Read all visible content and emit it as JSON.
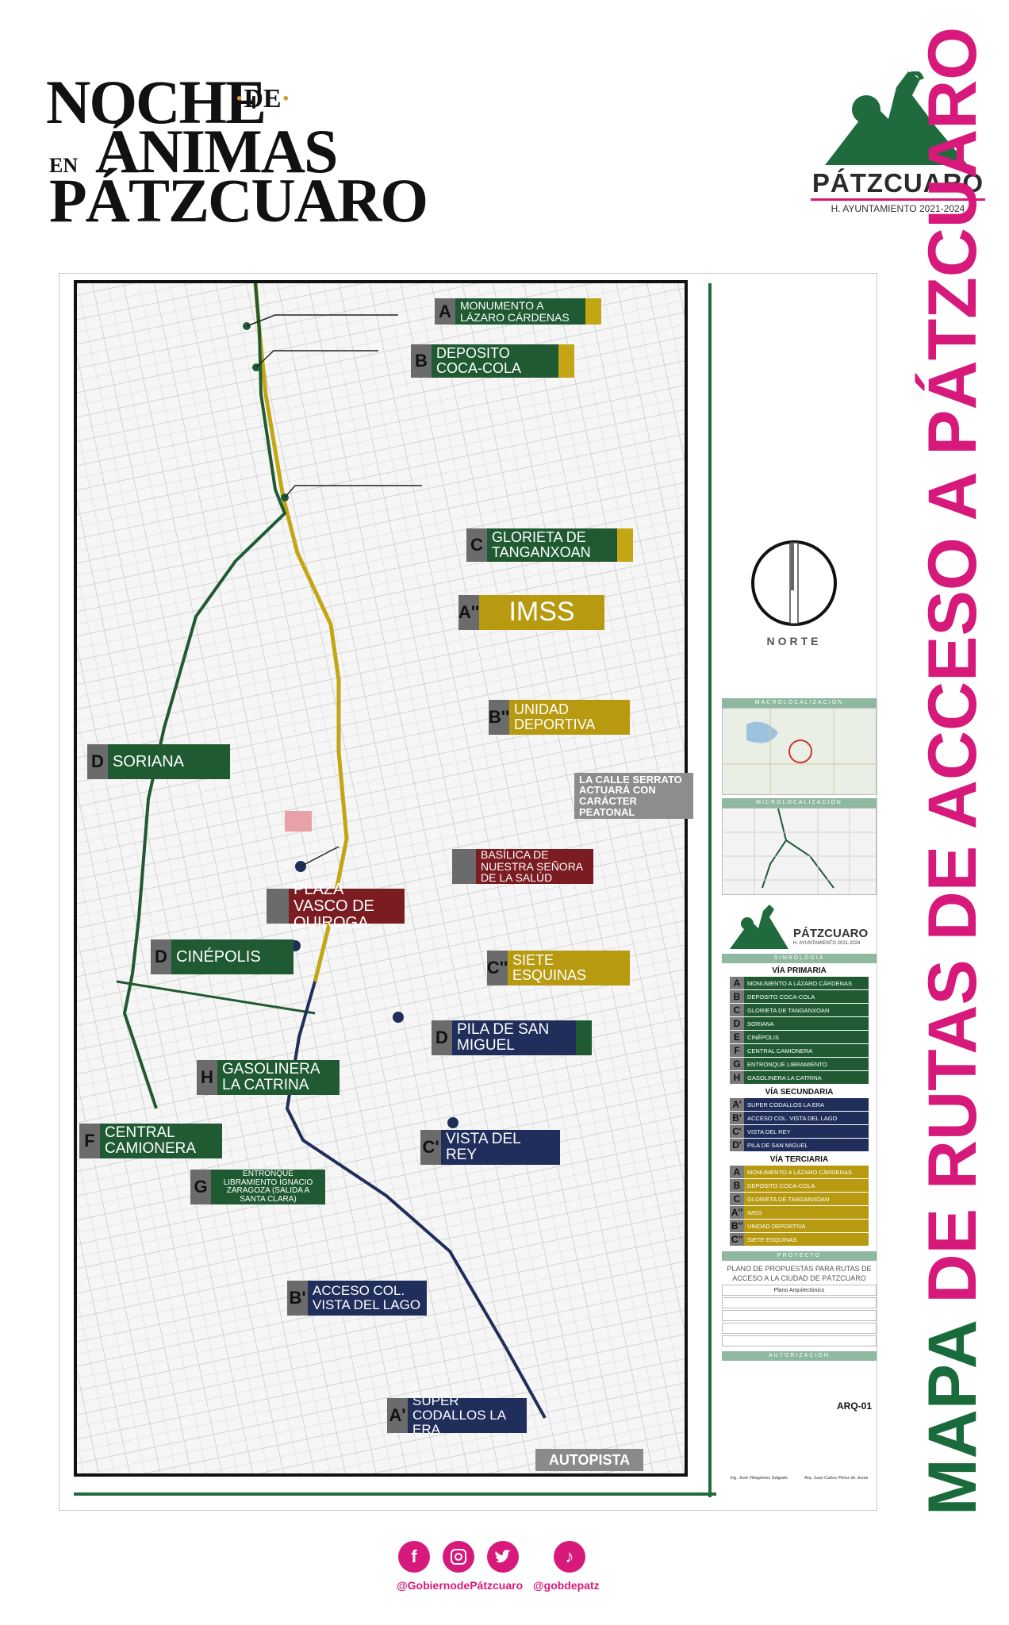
{
  "header": {
    "event_title_line1": "NOCHE",
    "event_title_de": "DE",
    "event_title_en": "EN",
    "event_title_line2": "ÁNIMAS",
    "event_title_line3": "PÁTZCUARO",
    "municipality": "PÁTZCUARO",
    "administration": "H. AYUNTAMIENTO  2021-2024"
  },
  "map": {
    "labels": {
      "a": {
        "key": "A",
        "text": "MONUMENTO A LÁZARO CÁRDENAS"
      },
      "b": {
        "key": "B",
        "text": "DEPOSITO COCA-COLA"
      },
      "c": {
        "key": "C",
        "text": "GLORIETA DE TANGANXOAN"
      },
      "a2": {
        "key": "A''",
        "text": "IMSS"
      },
      "b2": {
        "key": "B''",
        "text": "UNIDAD DEPORTIVA"
      },
      "soriana": {
        "key": "D",
        "text": "SORIANA"
      },
      "serrato": {
        "text": "LA CALLE SERRATO ACTUARÁ CON CARÁCTER PEATONAL"
      },
      "basilica": {
        "text": "BASÍLICA DE NUESTRA SEÑORA DE LA SALÚD"
      },
      "plaza": {
        "text": "PLAZA VASCO DE QUIROGA"
      },
      "cinepolis": {
        "key": "D",
        "text": "CINÉPOLIS"
      },
      "siete": {
        "key": "C''",
        "text": "SIETE ESQUINAS"
      },
      "pila": {
        "key": "D",
        "text": "PILA DE SAN MIGUEL"
      },
      "gasolinera": {
        "key": "H",
        "text": "GASOLINERA LA CATRINA"
      },
      "central": {
        "key": "F",
        "text": "CENTRAL CAMIONERA"
      },
      "vista_rey": {
        "key": "C'",
        "text": "VISTA DEL REY"
      },
      "entronque": {
        "key": "G",
        "text": "ENTRONQUE LIBRAMIENTO IGNACIO ZARAGOZA (SALIDA A SANTA CLARA)"
      },
      "vista_lago": {
        "key": "B'",
        "text": "ACCESO COL. VISTA DEL LAGO"
      },
      "codallos": {
        "key": "A'",
        "text": "SUPER CODALLOS LA ERA"
      }
    },
    "autopista": "AUTOPISTA",
    "north_label": "NORTE"
  },
  "title_block": {
    "macro": "MACROLOCALIZACIÓN",
    "micro": "MICROLOCALIZACIÓN",
    "logo_name": "PÁTZCUARO",
    "logo_sub": "H. AYUNTAMIENTO  2021-2024",
    "simbologia": "SIMBOLOGÍA",
    "primaria_title": "VÍA PRIMARIA",
    "primaria": [
      {
        "k": "A",
        "v": "MONUMENTO A LÁZARO CÁRDENAS"
      },
      {
        "k": "B",
        "v": "DEPOSITO COCA-COLA"
      },
      {
        "k": "C",
        "v": "GLORIETA DE TANGANXOAN"
      },
      {
        "k": "D",
        "v": "SORIANA"
      },
      {
        "k": "E",
        "v": "CINÉPOLIS"
      },
      {
        "k": "F",
        "v": "CENTRAL CAMIONERA"
      },
      {
        "k": "G",
        "v": "ENTRONQUE LIBRAMIENTO"
      },
      {
        "k": "H",
        "v": "GASOLINERA LA CATRINA"
      }
    ],
    "secundaria_title": "VÍA SECUNDARIA",
    "secundaria": [
      {
        "k": "A'",
        "v": "SUPER CODALLOS LA ERA"
      },
      {
        "k": "B'",
        "v": "ACCESO COL. VISTA DEL LAGO"
      },
      {
        "k": "C'",
        "v": "VISTA DEL REY"
      },
      {
        "k": "D'",
        "v": "PILA DE SAN MIGUEL"
      }
    ],
    "terciaria_title": "VÍA TERCIARIA",
    "terciaria": [
      {
        "k": "A",
        "v": "MONUMENTO A LÁZARO CÁRDENAS"
      },
      {
        "k": "B",
        "v": "DEPOSITO COCA-COLA"
      },
      {
        "k": "C",
        "v": "GLORIETA DE TANGANXOAN"
      },
      {
        "k": "A''",
        "v": "IMSS"
      },
      {
        "k": "B''",
        "v": "UNIDAD DEPORTIVA"
      },
      {
        "k": "C''",
        "v": "SIETE ESQUINAS"
      }
    ],
    "proyecto": "PROYECTO",
    "proyecto_text": "PLANO DE PROPUESTAS PARA RUTAS DE ACCESO A LA CIUDAD DE PÁTZCUARO",
    "plano": "Plano Arquitectónico",
    "code": "ARQ-01",
    "autorizacion": "AUTORIZACIÓN",
    "sign1": "Ing. José Villagómez Salgado",
    "sign2": "Arq. Juan Carlos Pérez de Jesús"
  },
  "vertical_title": {
    "part1": "MAPA ",
    "part2": "DE RUTAS DE ACCESO A PÁTZCUARO"
  },
  "socials": {
    "handle1": "@GobiernodePátzcuaro",
    "handle2": "@gobdepatz"
  }
}
